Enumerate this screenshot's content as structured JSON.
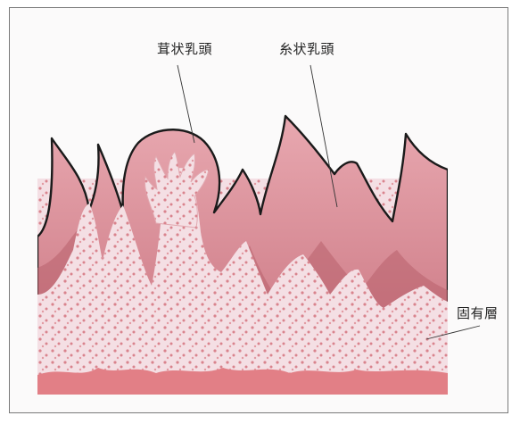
{
  "labels": {
    "fungiform_papilla": "茸状乳頭",
    "filiform_papilla": "糸状乳頭",
    "lamina_propria": "固有層"
  },
  "colors": {
    "epithelium": "#d98c95",
    "epithelium_dark": "#b75f6b",
    "lamina": "#f3dde2",
    "dots": "#d9838d",
    "outline": "#1a1a1a",
    "bottom_band": "#e27f86"
  }
}
